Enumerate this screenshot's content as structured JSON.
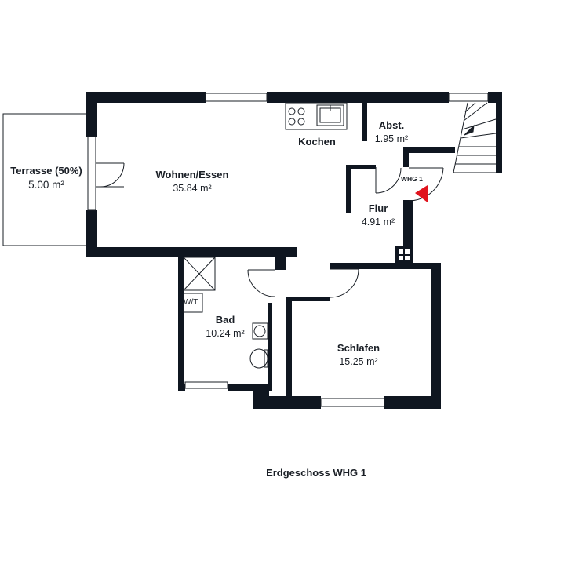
{
  "rooms": {
    "wohnen": {
      "name": "Wohnen/Essen",
      "area": "35.84 m²"
    },
    "terrasse": {
      "name": "Terrasse (50%)",
      "area": "5.00 m²"
    },
    "kochen": {
      "name": "Kochen"
    },
    "abst": {
      "name": "Abst.",
      "area": "1.95 m²"
    },
    "flur": {
      "name": "Flur",
      "area": "4.91 m²"
    },
    "bad": {
      "name": "Bad",
      "area": "10.24 m²"
    },
    "schlafen": {
      "name": "Schlafen",
      "area": "15.25 m²"
    }
  },
  "fixtures": {
    "wt": "W/T"
  },
  "entrance": {
    "label": "WHG 1"
  },
  "caption": "Erdgeschoss WHG 1",
  "colors": {
    "wall": "#0f1620",
    "entrance_marker": "#e0141e",
    "line": "#1a1f26"
  }
}
